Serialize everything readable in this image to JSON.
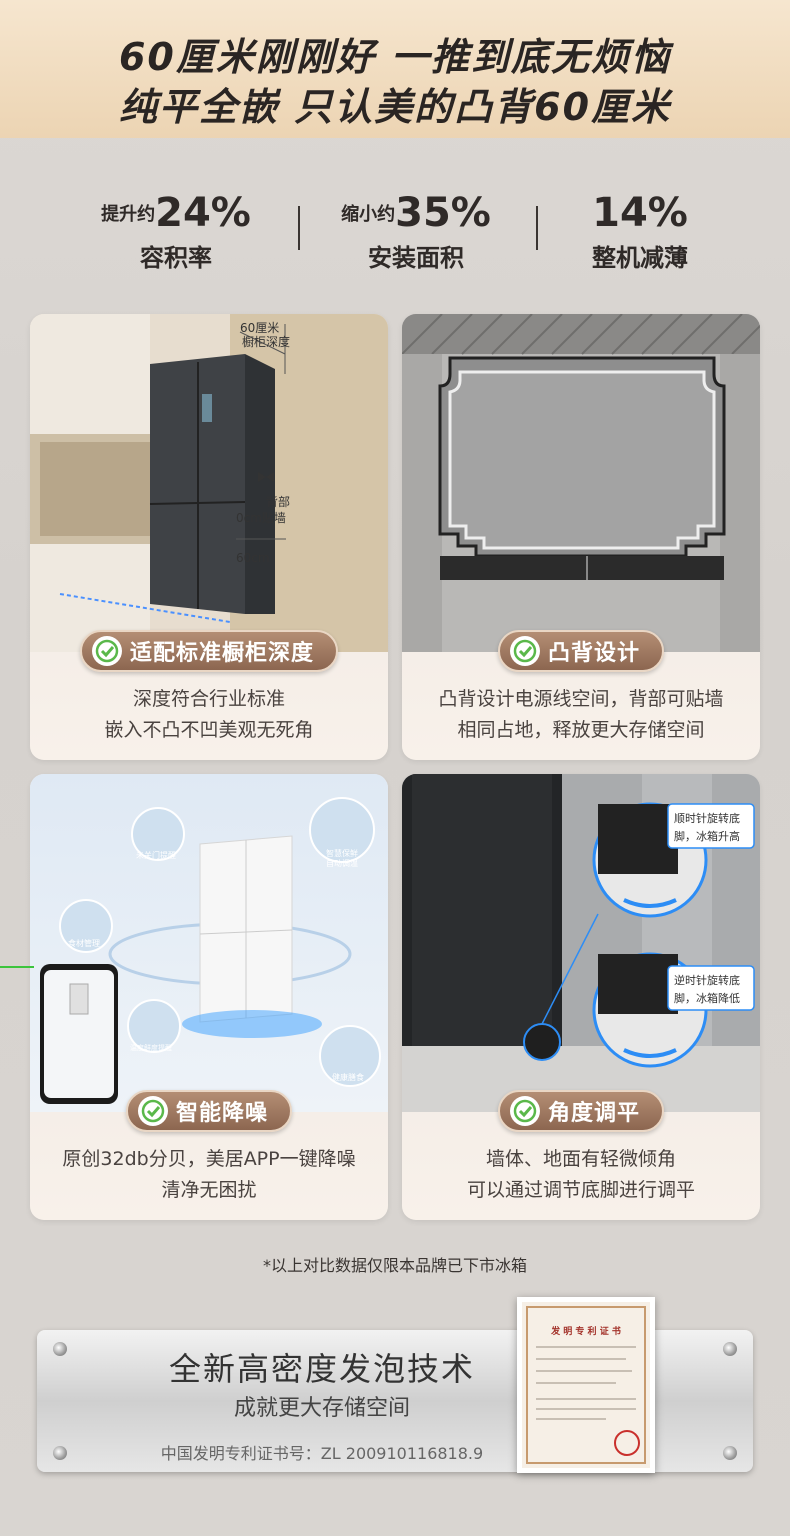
{
  "header": {
    "line1": "60厘米刚刚好 一推到底无烦恼",
    "line2": "纯平全嵌  只认美的凸背60厘米"
  },
  "stats": [
    {
      "prefix": "提升约",
      "value": "24%",
      "label": "容积率"
    },
    {
      "prefix": "缩小约",
      "value": "35%",
      "label": "安装面积"
    },
    {
      "prefix": "",
      "value": "14%",
      "label": "整机减薄"
    }
  ],
  "cards": [
    {
      "badge": "适配标准橱柜深度",
      "desc_line1": "深度符合行业标准",
      "desc_line2": "嵌入不凸不凹美观无死角",
      "image_labels": {
        "depth": "60厘米",
        "depth2": "橱柜深度",
        "back": "背部",
        "back2": "0cm贴墙",
        "bottom": "60cm"
      }
    },
    {
      "badge": "凸背设计",
      "desc_line1": "凸背设计电源线空间，背部可贴墙",
      "desc_line2": "相同占地，释放更大存储空间"
    },
    {
      "badge": "智能降噪",
      "desc_line1": "原创32db分贝，美居APP一键降噪",
      "desc_line2": "清净无困扰",
      "image_labels": {
        "b1": "未关门提醒",
        "b2": "智慧保鲜",
        "b2b": "自动调温",
        "b3": "食材管理",
        "b4": "温度鲜度提醒",
        "b5": "健康膳食"
      }
    },
    {
      "badge": "角度调平",
      "desc_line1": "墙体、地面有轻微倾角",
      "desc_line2": "可以通过调节底脚进行调平",
      "image_labels": {
        "cw1": "顺时针旋转底",
        "cw2": "脚，冰箱升高",
        "ccw1": "逆时针旋转底",
        "ccw2": "脚，冰箱降低"
      }
    }
  ],
  "footnote": "*以上对比数据仅限本品牌已下市冰箱",
  "plate": {
    "title": "全新高密度发泡技术",
    "subtitle": "成就更大存储空间",
    "patent": "中国发明专利证书号：ZL 200910116818.9"
  },
  "certificate": {
    "title": "发 明 专 利 证 书"
  },
  "colors": {
    "badge": "#9a735c",
    "header": "#f0dcc0",
    "check": "#5ab84a"
  }
}
